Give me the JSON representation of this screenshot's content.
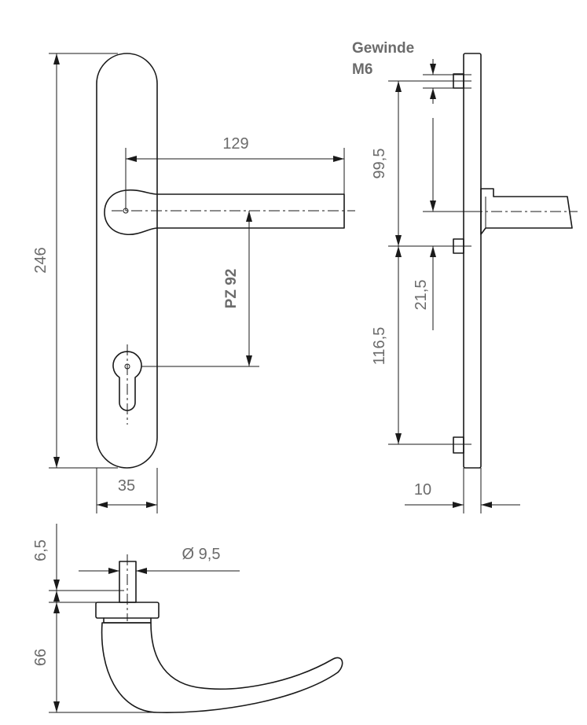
{
  "dimensions": {
    "plate_length": "246",
    "lever_length": "129",
    "pz": "PZ 92",
    "plate_width": "35",
    "thread_label_1": "Gewinde",
    "thread_label_2": "M6",
    "upper_spacing": "99,5",
    "offset": "21,5",
    "lower_spacing": "116,5",
    "plate_thickness": "10",
    "collar_height": "6,5",
    "pin_diameter": "Ø 9,5",
    "lever_height": "66"
  }
}
